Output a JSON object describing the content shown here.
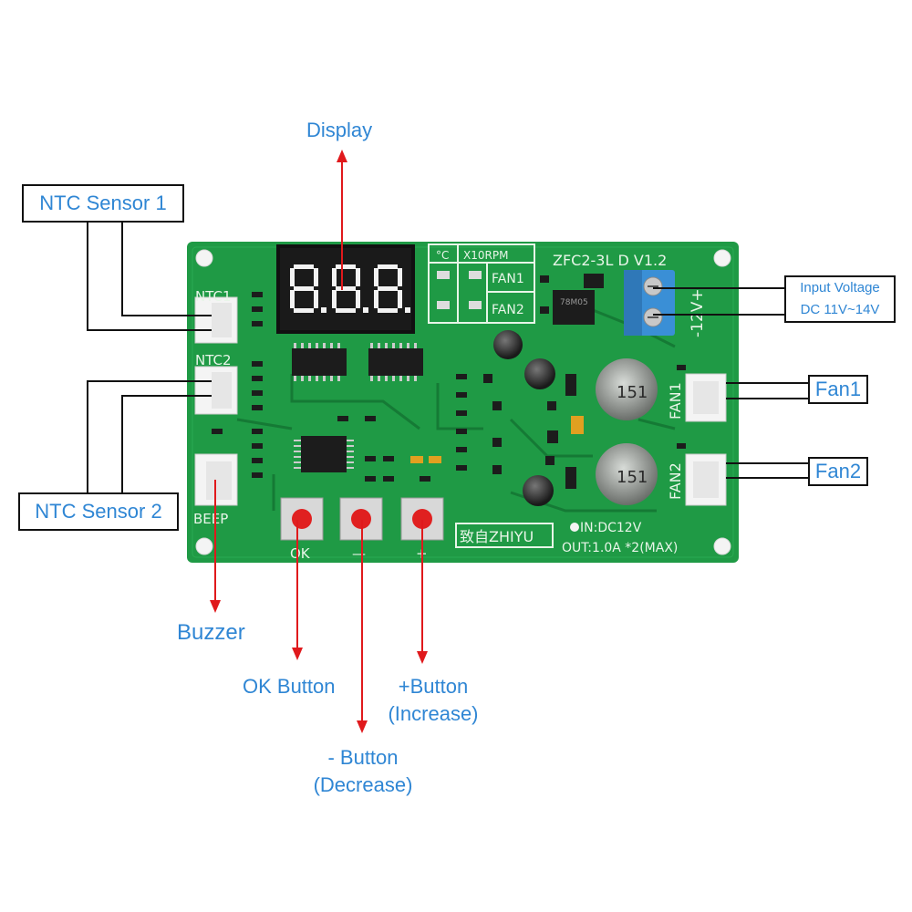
{
  "callouts": {
    "display": "Display",
    "ntc_sensor_1": "NTC Sensor 1",
    "ntc_sensor_2": "NTC Sensor 2",
    "input_voltage_line1": "Input Voltage",
    "input_voltage_line2": "DC 11V~14V",
    "fan1": "Fan1",
    "fan2": "Fan2",
    "buzzer": "Buzzer",
    "ok_button": "OK Button",
    "minus_button_line1": "- Button",
    "minus_button_line2": "(Decrease)",
    "plus_button_line1": "+Button",
    "plus_button_line2": "(Increase)"
  },
  "board": {
    "model": "ZFC2-3L D V1.2",
    "display_digits": "8.8.8.",
    "unit_celsius": "°C",
    "unit_rpm": "X10RPM",
    "indicator_fan1": "FAN1",
    "indicator_fan2": "FAN2",
    "ntc1": "NTC1",
    "ntc2": "NTC2",
    "beep": "BEEP",
    "btn_ok": "OK",
    "btn_minus": "—",
    "btn_plus": "+",
    "fan1_port": "FAN1",
    "fan2_port": "FAN2",
    "power_terminal": "-12V+",
    "brand": "致自ZHIYU",
    "spec_in": "IN:DC12V",
    "spec_out": "OUT:1.0A  *2(MAX)",
    "inductor_marking": "151",
    "regulator_marking": "78M05"
  },
  "colors": {
    "pcb": "#1f9a45",
    "pcb_dark": "#157a35",
    "label_blue": "#2f86d4",
    "arrow_red": "#e0191c",
    "terminal_blue": "#3a8fd6"
  }
}
